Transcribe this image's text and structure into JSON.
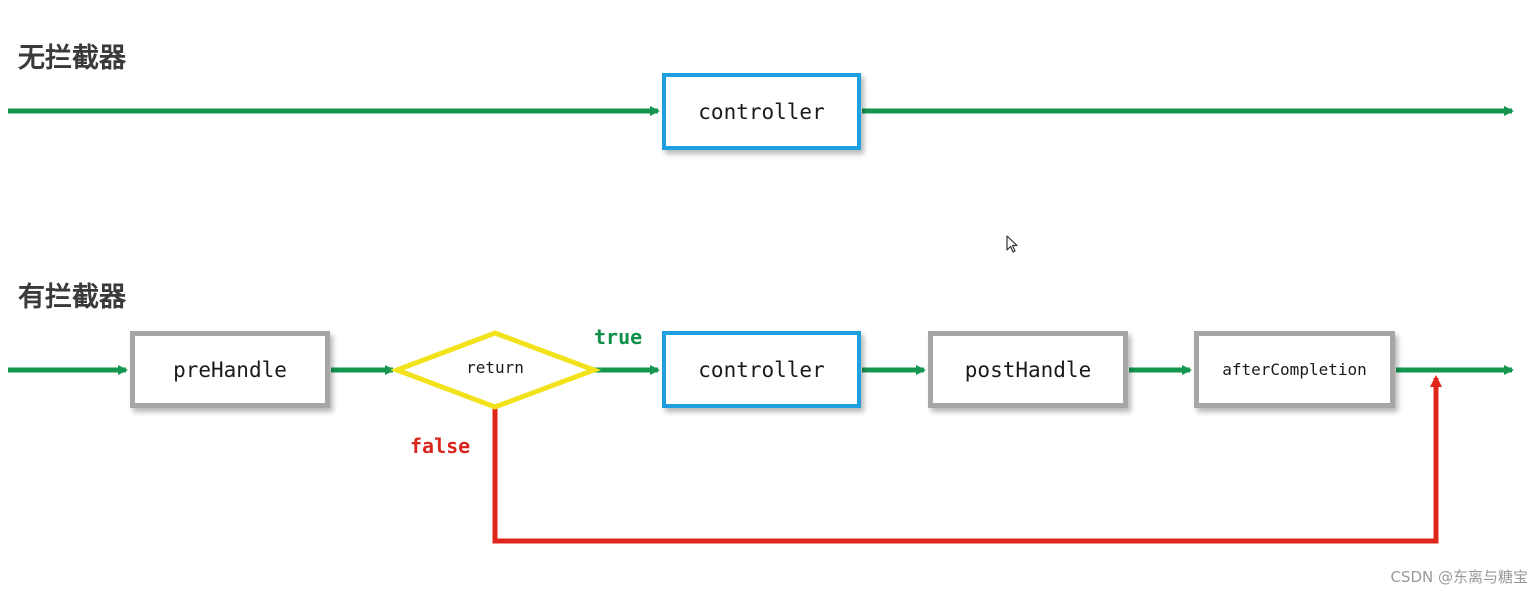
{
  "headings": {
    "no_interceptor": "无拦截器",
    "with_interceptor": "有拦截器"
  },
  "nodes": {
    "controller_top": "controller",
    "pre_handle": "preHandle",
    "return_check": "return",
    "controller": "controller",
    "post_handle": "postHandle",
    "after_completion": "afterCompletion"
  },
  "branches": {
    "true": "true",
    "false": "false"
  },
  "watermark": "CSDN @东离与糖宝",
  "colors": {
    "flow_green": "#15964f",
    "false_red": "#e0251b",
    "controller_blue": "#1ea0e0",
    "handler_gray": "#a6a6a6",
    "decision_yellow": "#f2e21c"
  },
  "icons": {
    "pointer": "mouse-cursor-icon"
  }
}
